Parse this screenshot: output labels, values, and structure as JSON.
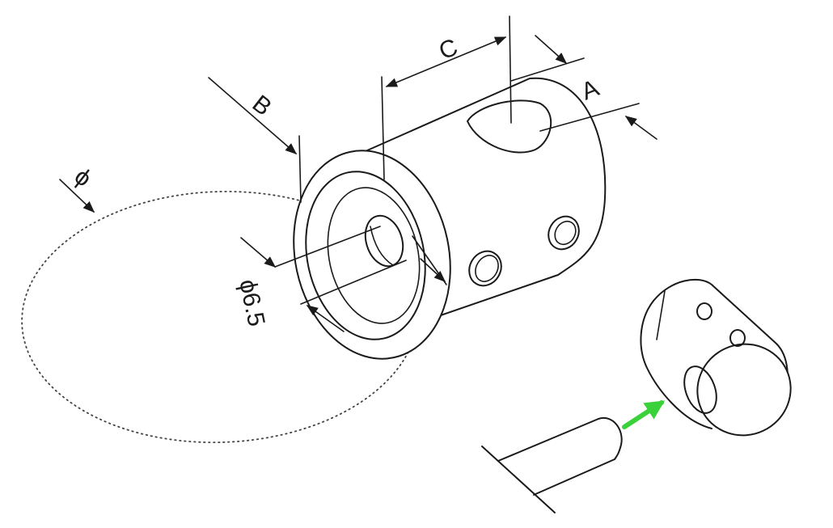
{
  "labels": {
    "dim_a": "A",
    "dim_b": "B",
    "dim_c": "C",
    "dim_phi": "ϕ",
    "dim_bore": "ϕ6.5"
  },
  "colors": {
    "line": "#1a1a1a",
    "insert_arrow": "#3bd13b",
    "background": "#ffffff"
  }
}
